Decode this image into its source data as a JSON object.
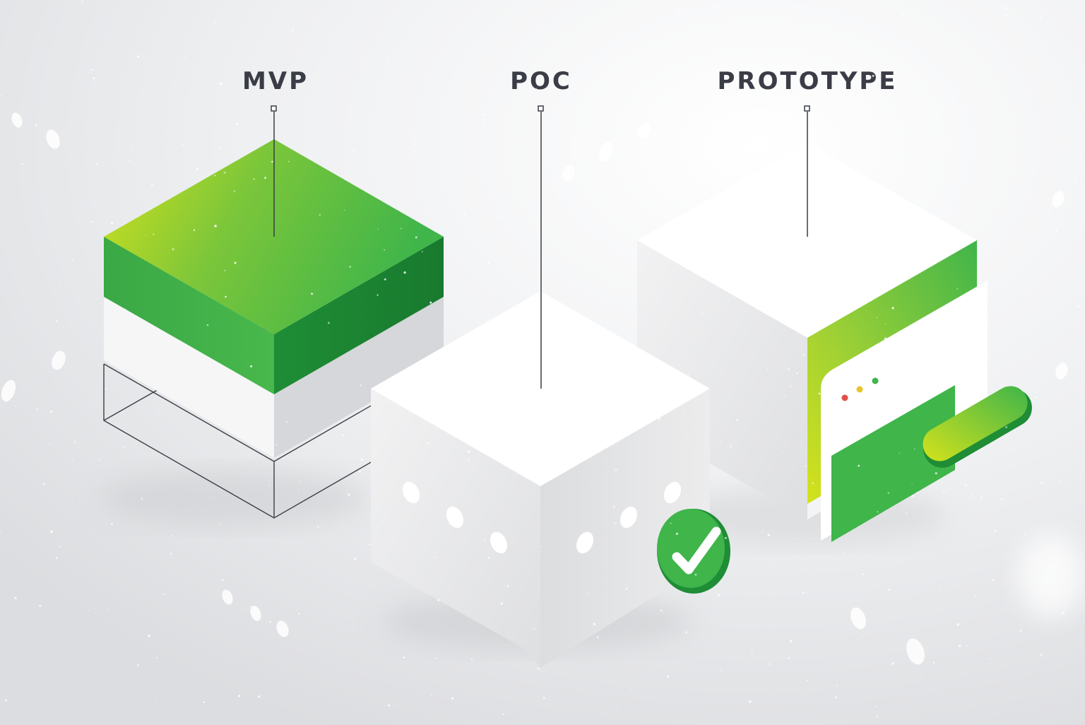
{
  "labels": {
    "mvp": "MVP",
    "poc": "POC",
    "prototype": "PROTOTYPE"
  },
  "icons": {
    "poc_badge": "checkmark-icon",
    "window_dots": "window-controls-icon",
    "toggle": "toggle-switch-icon"
  },
  "colors": {
    "background": "#e9eaec",
    "label": "#3a3d46",
    "green_light": "#d4e21c",
    "green": "#3fb54a",
    "green_dark": "#1e8a36",
    "white_face": "#ffffff",
    "grey_face": "#e1e2e4",
    "dot_red": "#e2504a",
    "dot_yellow": "#e8c52a",
    "dot_green": "#3fb54a"
  }
}
